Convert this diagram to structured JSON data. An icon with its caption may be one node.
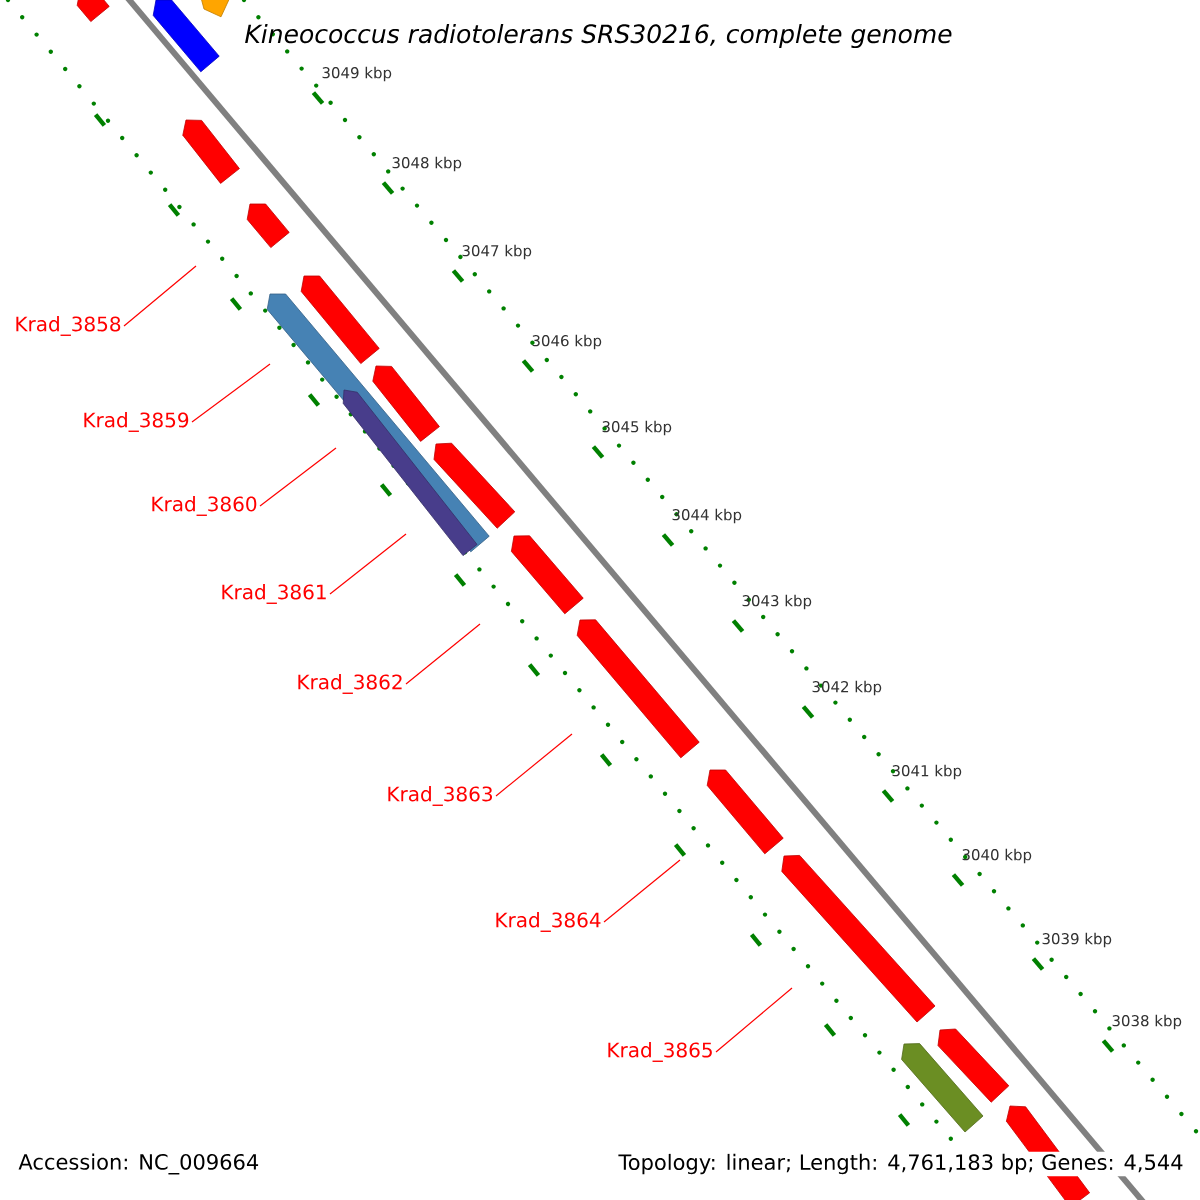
{
  "diagram": {
    "title": "Kineococcus radiotolerans SRS30216, complete genome",
    "nodes": [
      {
        "text": [
          "Krad_3858"
        ]
      },
      {
        "text": [
          "Krad_3859"
        ]
      },
      {
        "text": [
          "Krad_3860"
        ]
      },
      {
        "text": [
          "Krad_3861"
        ]
      },
      {
        "text": [
          "Krad_3862"
        ]
      },
      {
        "text": [
          "Krad_3863"
        ]
      },
      {
        "text": [
          "Krad_3864"
        ]
      },
      {
        "text": [
          "Krad_3865"
        ]
      }
    ],
    "edges": [
      {
        "from": 0,
        "to": null,
        "arrow": "none"
      },
      {
        "from": 1,
        "to": null,
        "arrow": "none"
      },
      {
        "from": 2,
        "to": null,
        "arrow": "none"
      },
      {
        "from": 3,
        "to": null,
        "arrow": "none"
      },
      {
        "from": 4,
        "to": null,
        "arrow": "none"
      },
      {
        "from": 5,
        "to": null,
        "arrow": "none"
      },
      {
        "from": 6,
        "to": null,
        "arrow": "none"
      },
      {
        "from": 7,
        "to": null,
        "arrow": "none"
      }
    ],
    "labels": [
      "3049 kbp",
      "3048 kbp",
      "3047 kbp",
      "3046 kbp",
      "3045 kbp",
      "3044 kbp",
      "3043 kbp",
      "3042 kbp",
      "3041 kbp",
      "3040 kbp",
      "3039 kbp",
      "3038 kbp",
      "Accession: NC_009664",
      "Topology: linear; Length: 4,761,183 bp; Genes: 4,544"
    ]
  }
}
